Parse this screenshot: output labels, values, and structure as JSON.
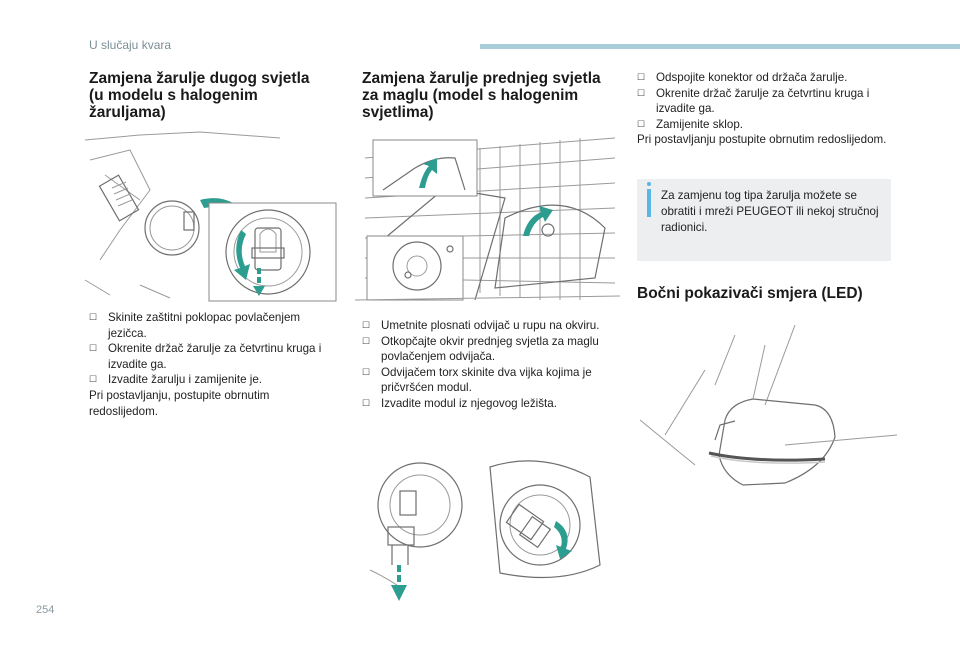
{
  "header": {
    "section": "U slučaju kvara",
    "accent_color": "#a9cdd9"
  },
  "col1": {
    "title_lines": [
      "Zamjena žarulje dugog svjetla",
      "(u modelu s halogenim",
      "žaruljama)"
    ],
    "steps": [
      "Skinite zaštitni poklopac povlačenjem jezičca.",
      "Okrenite držač žarulje za četvrtinu kruga i izvadite ga.",
      "Izvadite žarulju i zamijenite je."
    ],
    "note": "Pri postavljanju, postupite obrnutim redoslijedom."
  },
  "col2": {
    "title_lines": [
      "Zamjena žarulje prednjeg svjetla",
      "za maglu (model s halogenim",
      "svjetlima)"
    ],
    "steps": [
      "Umetnite plosnati odvijač u rupu na okviru.",
      "Otkopčajte okvir prednjeg svjetla za maglu povlačenjem odvijača.",
      "Odvijačem torx skinite dva vijka kojima je pričvršćen modul.",
      "Izvadite modul iz njegovog ležišta."
    ]
  },
  "col3": {
    "steps": [
      "Odspojite konektor od držača žarulje.",
      "Okrenite držač žarulje za četvrtinu kruga i izvadite ga.",
      "Zamijenite sklop."
    ],
    "note": "Pri postavljanju postupite obrnutim redoslijedom.",
    "info_text": "Za zamjenu tog tipa žarulja možete se obratiti i mreži PEUGEOT ili nekoj stručnoj radionici.",
    "info_accent": "#59b7e6",
    "section2_title": "Bočni pokazivači smjera (LED)"
  },
  "icons": {
    "bullet": "checkbox-bullet-icon",
    "info": "info-icon"
  },
  "arrow_color": "#2c9d8f",
  "footer": {
    "page_number": "254"
  }
}
